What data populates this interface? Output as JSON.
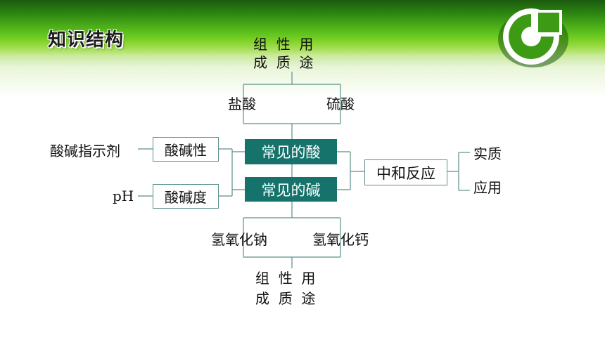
{
  "title": "知识结构",
  "acid_branches": {
    "left": "盐酸",
    "right": "硫酸"
  },
  "base_branches": {
    "left": "氢氧化钠",
    "right": "氢氧化钙"
  },
  "props_top": {
    "line1": "组  性  用",
    "line2": "成  质  途"
  },
  "props_bottom": {
    "line1": "组  性  用",
    "line2": "成  质  途"
  },
  "center": {
    "acid": "常见的酸",
    "base": "常见的碱"
  },
  "left_boxes": {
    "acidity": "酸碱性",
    "degree": "酸碱度"
  },
  "left_labels": {
    "indicator": "酸碱指示剂",
    "ph": "pH"
  },
  "right_box": "中和反应",
  "right_labels": {
    "essence": "实质",
    "application": "应用"
  },
  "colors": {
    "accent": "#15736c",
    "line": "#5a8f8a",
    "banner": "#5cc01c"
  }
}
